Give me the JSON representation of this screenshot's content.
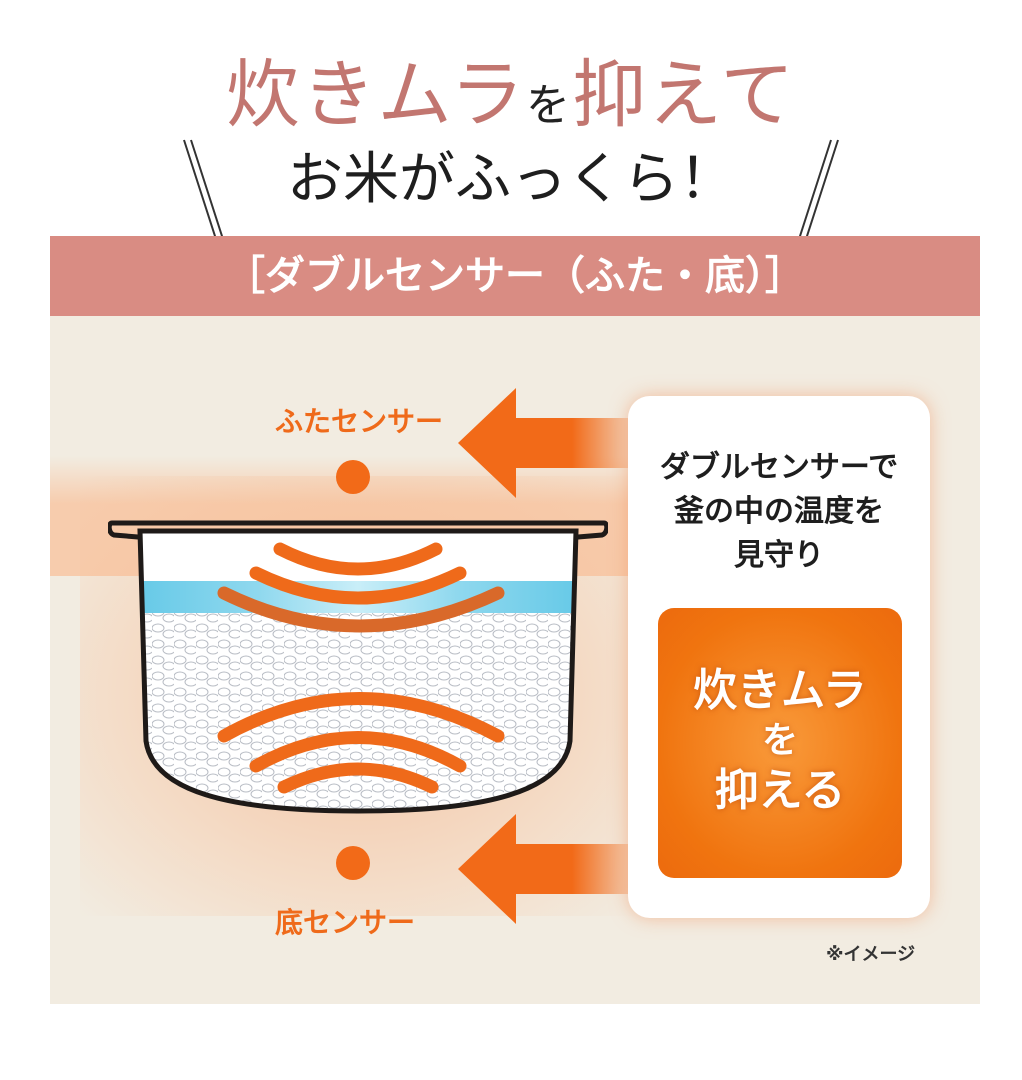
{
  "headline": {
    "line1_part1": "炊きムラ",
    "line1_particle": "を",
    "line1_part2": "抑えて",
    "line2": "お米がふっくら！"
  },
  "banner": {
    "label": "［ダブルセンサー（ふた・底）］"
  },
  "diagram": {
    "lid_sensor_label": "ふたセンサー",
    "bottom_sensor_label": "底センサー",
    "icons": [
      "sensor-dot-icon",
      "left-arrow-icon",
      "heat-wave-icon",
      "rice-pot-icon"
    ]
  },
  "card": {
    "line1": "ダブルセンサーで",
    "line2": "釜の中の温度を",
    "line3": "見守り",
    "highlight": {
      "line1": "炊きムラ",
      "line2": "を",
      "line3": "抑える"
    }
  },
  "note": "※イメージ",
  "colors": {
    "title_pink": "#c27670",
    "banner_bg": "#d98c83",
    "panel_bg": "#f2ece1",
    "accent_orange": "#f26a18",
    "water_blue": "#5cc6e6"
  }
}
